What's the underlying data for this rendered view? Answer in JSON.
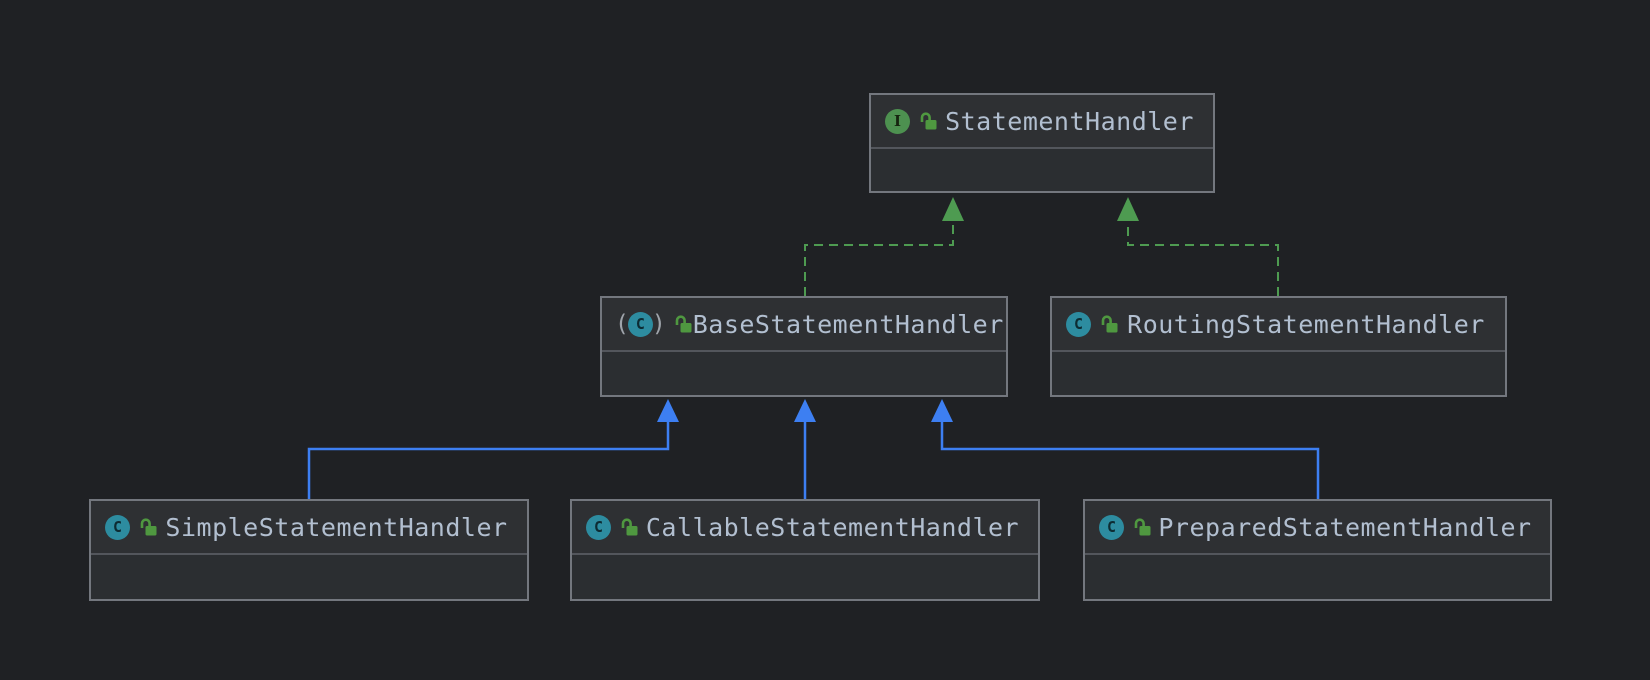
{
  "diagram": {
    "tool": "uml-class-diagram",
    "background_color": "#1f2124",
    "edge_colors": {
      "realization": "#4e9b51",
      "generalization": "#3d7ff2"
    },
    "node_colors": {
      "header_bg": "#2e3033",
      "body_bg": "#2b2e31",
      "border": "#73777e",
      "title_text": "#b2bfd0",
      "interface_icon_bg": "#4d9150",
      "class_icon_bg": "#2d8ca0",
      "public_lock_green": "#4f9840"
    },
    "nodes": [
      {
        "id": "StatementHandler",
        "label": "StatementHandler",
        "stereotype": "interface",
        "icon_letter": "I",
        "visibility": "public"
      },
      {
        "id": "BaseStatementHandler",
        "label": "BaseStatementHandler",
        "stereotype": "abstract-class",
        "icon_letter": "C",
        "visibility": "public"
      },
      {
        "id": "RoutingStatementHandler",
        "label": "RoutingStatementHandler",
        "stereotype": "class",
        "icon_letter": "C",
        "visibility": "public"
      },
      {
        "id": "SimpleStatementHandler",
        "label": "SimpleStatementHandler",
        "stereotype": "class",
        "icon_letter": "C",
        "visibility": "public"
      },
      {
        "id": "CallableStatementHandler",
        "label": "CallableStatementHandler",
        "stereotype": "class",
        "icon_letter": "C",
        "visibility": "public"
      },
      {
        "id": "PreparedStatementHandler",
        "label": "PreparedStatementHandler",
        "stereotype": "class",
        "icon_letter": "C",
        "visibility": "public"
      }
    ],
    "edges": [
      {
        "from": "BaseStatementHandler",
        "to": "StatementHandler",
        "type": "realization",
        "style": "dashed"
      },
      {
        "from": "RoutingStatementHandler",
        "to": "StatementHandler",
        "type": "realization",
        "style": "dashed"
      },
      {
        "from": "SimpleStatementHandler",
        "to": "BaseStatementHandler",
        "type": "generalization",
        "style": "solid"
      },
      {
        "from": "CallableStatementHandler",
        "to": "BaseStatementHandler",
        "type": "generalization",
        "style": "solid"
      },
      {
        "from": "PreparedStatementHandler",
        "to": "BaseStatementHandler",
        "type": "generalization",
        "style": "solid"
      }
    ]
  }
}
